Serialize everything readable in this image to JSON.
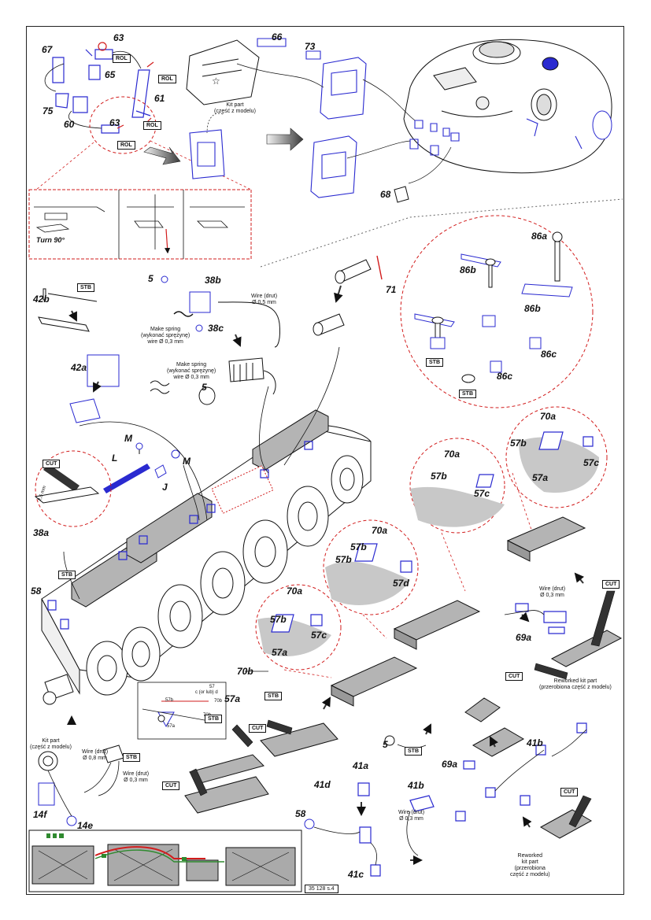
{
  "labels": {
    "p63a": "63",
    "p63b": "63",
    "p67": "67",
    "p65": "65",
    "p61": "61",
    "p75": "75",
    "p60": "60",
    "p66": "66",
    "p73": "73",
    "p68": "68",
    "p71": "71",
    "p5a": "5",
    "p38b": "38b",
    "p38c": "38c",
    "p42b": "42b",
    "p42a": "42a",
    "p5b": "5",
    "p86a": "86a",
    "p86b1": "86b",
    "p86b2": "86b",
    "p86c1": "86c",
    "p86c2": "86c",
    "pM1": "M",
    "pL": "L",
    "pM2": "M",
    "pJ": "J",
    "p38a": "38a",
    "p58a": "58",
    "p70a1": "70a",
    "p57b1": "57b",
    "p57c1": "57c",
    "p57a1": "57a",
    "p70a2": "70a",
    "p57b2": "57b",
    "p57c2": "57c",
    "p70a3": "70a",
    "p57b3": "57b",
    "p57b4": "57b",
    "p57d": "57d",
    "p70a4": "70a",
    "p57b5": "57b",
    "p57c3": "57c",
    "p57a2": "57a",
    "p70b": "70b",
    "p57a3": "57a",
    "p69a1": "69a",
    "p69a2": "69a",
    "p41b1": "41b",
    "p41a": "41a",
    "p41d": "41d",
    "p41b2": "41b",
    "p41c": "41c",
    "p58b": "58",
    "p5c": "5",
    "p14f": "14f",
    "p14e": "14e"
  },
  "boxes": {
    "rol1": "ROL",
    "rol2": "ROL",
    "rol3": "ROL",
    "rol4": "ROL",
    "stb1": "STB",
    "stb2": "STB",
    "stb3": "STB",
    "stb4": "STB",
    "stb5": "STB",
    "stb6": "STB",
    "stb7": "STB",
    "stb8": "STB",
    "cut1": "CUT",
    "cut2": "CUT",
    "cut3": "CUT",
    "cut4": "CUT",
    "cut5": "CUT",
    "cut6": "CUT"
  },
  "notes": {
    "kit_part_top": "Kit part\n(część z modelu)",
    "turn": "Turn 90°",
    "wire_05": "Wire (drut)\nØ 0,5 mm",
    "spring_1": "Make spring\n(wykonać sprężynę)\nwire Ø 0,3 mm",
    "spring_2": "Make spring\n(wykonać sprężynę)\nwire Ø 0,3 mm",
    "dim_25": "2,5 mm",
    "wire_03_a": "Wire (drut)\nØ 0,3 mm",
    "reworked_1": "Reworked kit part\n(przerobiona część z modelu)",
    "kit_part_bottom": "Kit part\n(część z modelu)",
    "wire_08": "Wire (drut)\nØ 0,8 mm",
    "wire_03_b": "Wire (drut)\nØ 0,3 mm",
    "wire_03_c": "Wire (drut)\nØ 0,3 mm",
    "reworked_2": "Reworked\nkit part\n(przerobiona\nczęść z modelu)"
  },
  "inset_detail": {
    "c57": "57",
    "c_or_lub_d": "c (or lub) d",
    "c70b_1": "70b",
    "c57b": "57b",
    "c70b_2": "70b",
    "c57a": "57a"
  },
  "page_code": "35 128 s.4",
  "colors": {
    "line": "#111111",
    "etched_part": "#2a2ad0",
    "callout": "#d21c1c",
    "shade": "#c8c8c8",
    "bin": "#b4b4b4",
    "arrow": "#444444",
    "wire_green": "#2f8a2f"
  },
  "icons": [
    "tank-hull",
    "road-wheel",
    "turret",
    "storage-bin",
    "cutting-knife",
    "process-arrow",
    "detail-callout-circle"
  ]
}
